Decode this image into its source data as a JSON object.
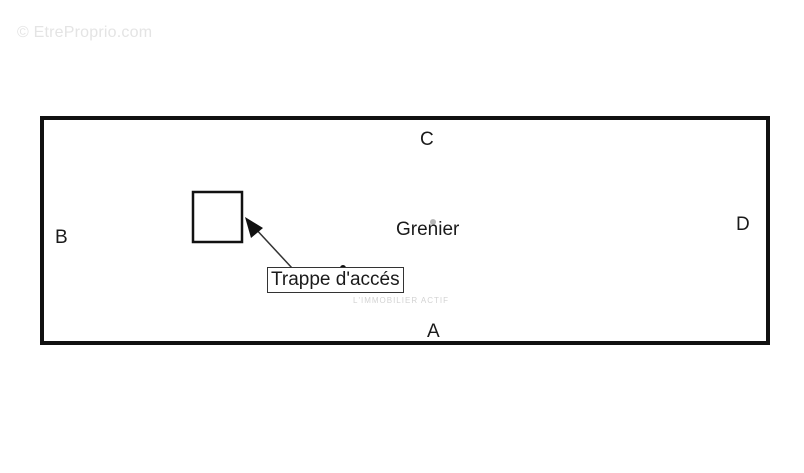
{
  "watermark": "© EtreProprio.com",
  "plan": {
    "room_name": "Grenier",
    "walls": {
      "top": "C",
      "left": "B",
      "right": "D",
      "bottom": "A"
    },
    "hatch_label": "Trappe d'accés",
    "agency_mark": "L'IMMOBILIER ACTIF"
  },
  "colors": {
    "line": "#111111",
    "text": "#1a1a1a",
    "watermark": "#e4e4e4"
  }
}
